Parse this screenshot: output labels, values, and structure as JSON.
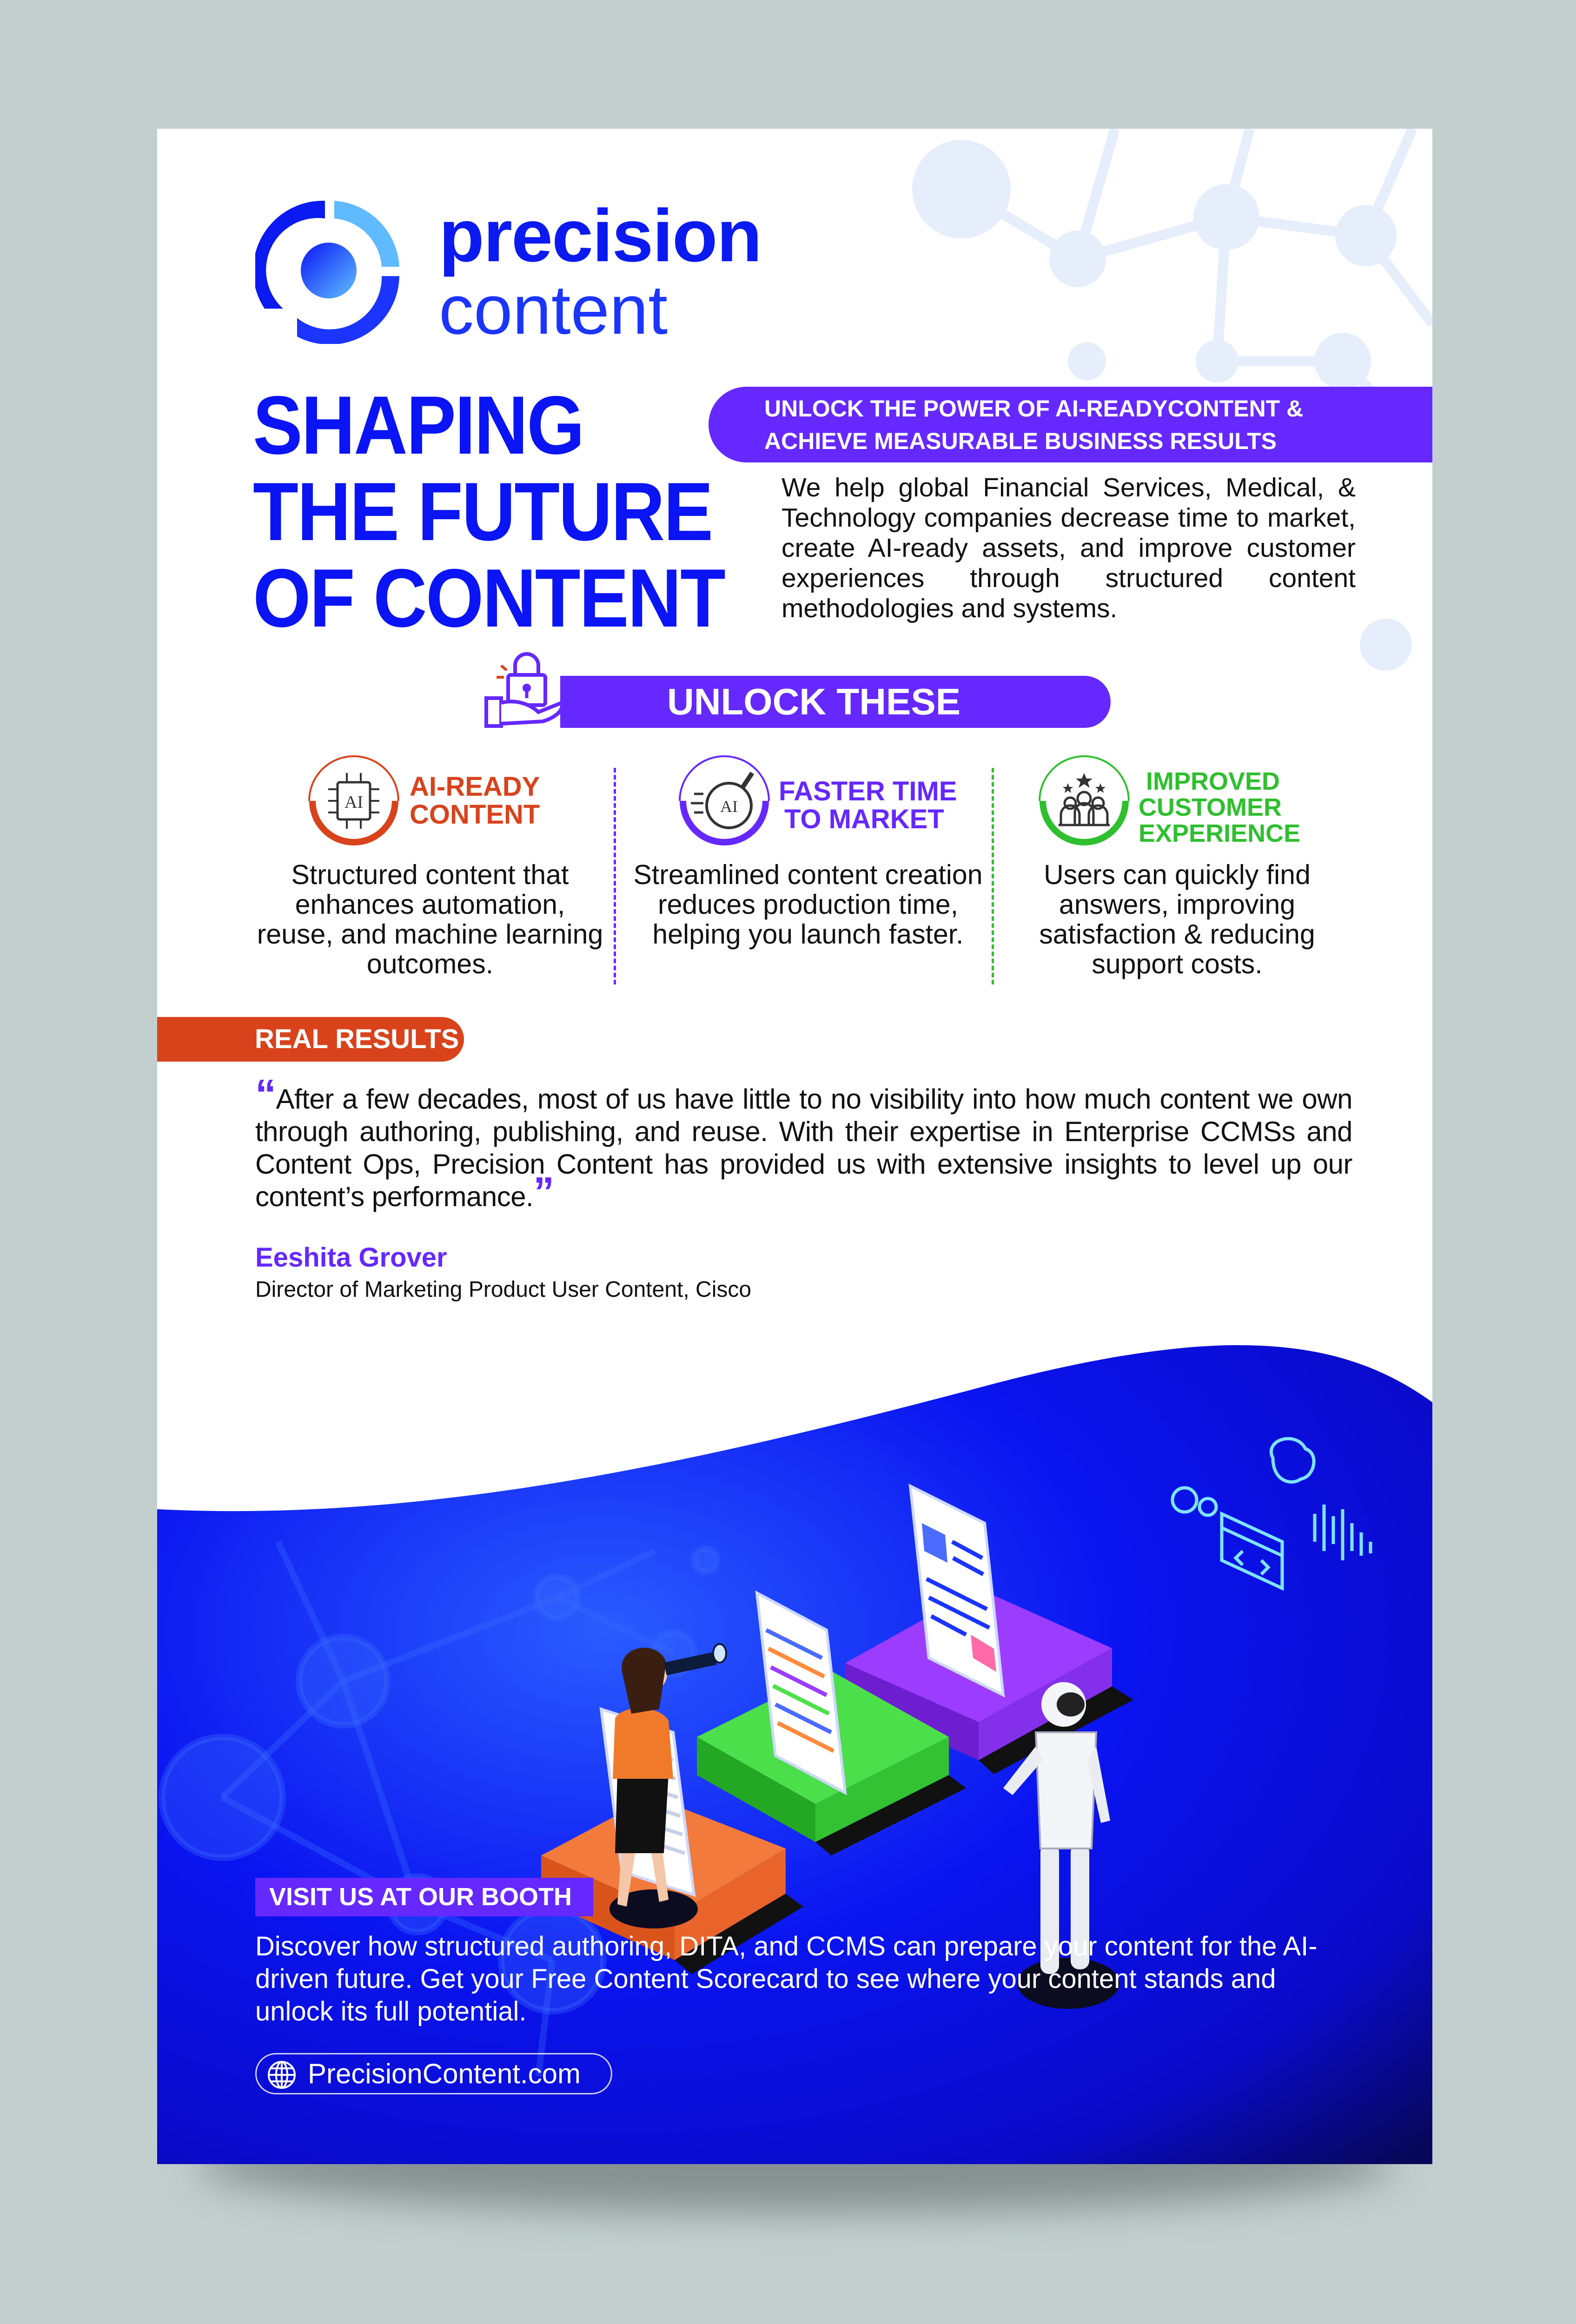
{
  "brand": {
    "name_line1": "precision",
    "name_line2": "content",
    "colors": {
      "blue": "#0a14f5",
      "purple": "#6528ff",
      "orange": "#d8431c",
      "green": "#2fbf2f"
    }
  },
  "hero": {
    "headline": [
      "SHAPING",
      "THE FUTURE",
      "OF CONTENT"
    ],
    "banner_lines": [
      "UNLOCK THE POWER OF AI-READYCONTENT &",
      "ACHIEVE MEASURABLE BUSINESS RESULTS"
    ],
    "intro": "We help global Financial Services, Medical, & Technology companies decrease time to market, create AI-ready assets, and improve customer experiences through structured content methodologies and systems."
  },
  "benefits": {
    "title": "UNLOCK THESE BENEFITS",
    "icon": "lock-hand-icon",
    "items": [
      {
        "title_lines": [
          "AI-READY",
          "CONTENT"
        ],
        "icon": "ai-chip-icon",
        "color": "#d8431c",
        "description": "Structured content that enhances automation, reuse, and machine learning outcomes."
      },
      {
        "title_lines": [
          "FASTER TIME",
          "TO MARKET"
        ],
        "icon": "ai-stopwatch-icon",
        "color": "#6528ff",
        "description": "Streamlined content creation reduces production time, helping you launch faster."
      },
      {
        "title_lines": [
          "IMPROVED",
          "CUSTOMER",
          "EXPERIENCE"
        ],
        "icon": "customers-stars-icon",
        "color": "#2fbf2f",
        "description": "Users can quickly find answers, improving satisfaction & reducing support costs."
      }
    ]
  },
  "results": {
    "label": "REAL RESULTS",
    "open_quote": "“",
    "quote": "After a few decades, most of us have little to no visibility into how much content we own through authoring, publishing, and reuse. With their expertise in Enterprise CCMSs and Content Ops, Precision Content has provided us with extensive insights to level up our content’s performance.",
    "close_quote": "”",
    "author": "Eeshita Grover",
    "role": "Director of Marketing Product User Content, Cisco"
  },
  "booth": {
    "label": "VISIT US AT OUR BOOTH",
    "text": "Discover how structured authoring, DITA, and CCMS can prepare your content for the AI-driven future. Get your Free Content Scorecard to see where your content stands and unlock its full potential.",
    "url": "PrecisionContent.com",
    "url_icon": "globe-icon"
  }
}
